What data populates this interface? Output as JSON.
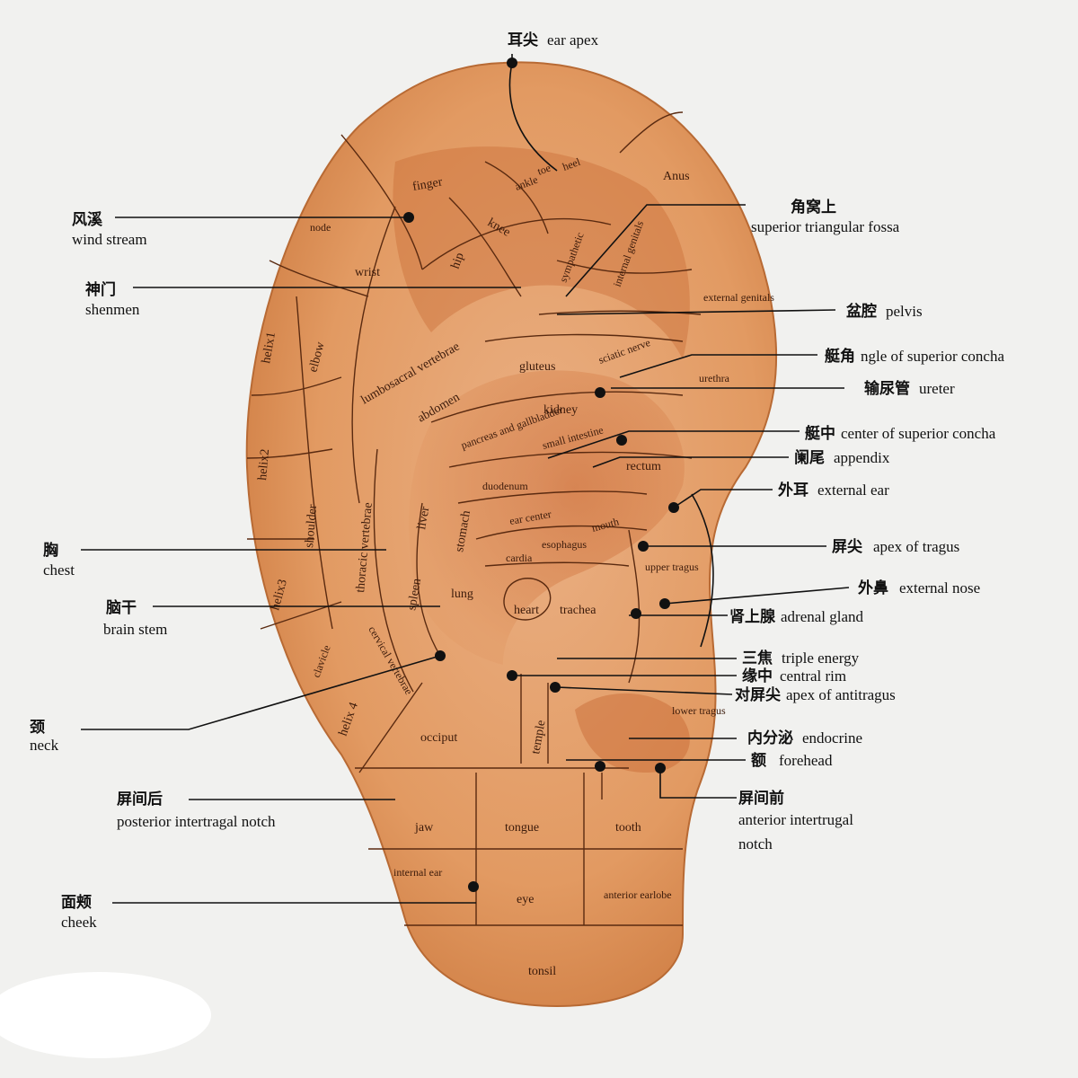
{
  "labels": {
    "ear_apex": {
      "zh": "耳尖",
      "en": "ear apex"
    },
    "wind_stream": {
      "zh": "风溪",
      "en": "wind stream"
    },
    "shenmen": {
      "zh": "神门",
      "en": "shenmen"
    },
    "chest": {
      "zh": "胸",
      "en": "chest"
    },
    "brain_stem": {
      "zh": "脑干",
      "en": "brain stem"
    },
    "neck": {
      "zh": "颈",
      "en": "neck"
    },
    "posterior_intertragal_notch": {
      "zh": "屏间后",
      "en": "posterior intertragal notch"
    },
    "cheek": {
      "zh": "面颊",
      "en": "cheek"
    },
    "superior_triangular_fossa": {
      "zh": "角窝上",
      "en": "superior triangular fossa"
    },
    "pelvis": {
      "zh": "盆腔",
      "en": "pelvis"
    },
    "angle_superior_concha": {
      "zh": "艇角",
      "en": "ngle of superior concha"
    },
    "ureter": {
      "zh": "输尿管",
      "en": "ureter"
    },
    "center_superior_concha": {
      "zh": "艇中",
      "en": "center of superior concha"
    },
    "appendix": {
      "zh": "阑尾",
      "en": "appendix"
    },
    "external_ear": {
      "zh": "外耳",
      "en": "external ear"
    },
    "apex_of_tragus": {
      "zh": "屏尖",
      "en": "apex of tragus"
    },
    "external_nose": {
      "zh": "外鼻",
      "en": "external nose"
    },
    "adrenal_gland": {
      "zh": "肾上腺",
      "en": "adrenal gland"
    },
    "triple_energy": {
      "zh": "三焦",
      "en": "triple energy"
    },
    "central_rim": {
      "zh": "缘中",
      "en": "central rim"
    },
    "apex_of_antitragus": {
      "zh": "对屏尖",
      "en": "apex of antitragus"
    },
    "endocrine": {
      "zh": "内分泌",
      "en": "endocrine"
    },
    "forehead": {
      "zh": "额",
      "en": "forehead"
    },
    "anterior_intertragal_notch": {
      "zh": "屏间前",
      "en": "anterior intertrugal",
      "en2": "notch"
    }
  },
  "zones": {
    "toe": "toe",
    "heel": "heel",
    "ankle": "ankle",
    "finger": "finger",
    "knee": "knee",
    "hip": "hip",
    "node": "node",
    "wrist": "wrist",
    "anus": "Anus",
    "sympathetic": "sympathetic",
    "internal_genitals": "internal genitals",
    "external_genitals": "external genitals",
    "helix1": "helix1",
    "helix2": "helix2",
    "helix3": "helix3",
    "helix4": "helix 4",
    "elbow": "elbow",
    "lumbosacral": "lumbosacral vertebrae",
    "gluteus": "gluteus",
    "sciatic": "sciatic nerve",
    "urethra": "urethra",
    "abdomen": "abdomen",
    "kidney": "kidney",
    "pancreas": "pancreas and gallbladder",
    "small_intestine": "small intestine",
    "rectum": "rectum",
    "duodenum": "duodenum",
    "shoulder": "shoulder",
    "thoracic": "thoracic vertebrae",
    "liver": "liver",
    "stomach": "stomach",
    "ear_center": "ear center",
    "mouth": "mouth",
    "cardia": "cardia",
    "esophagus": "esophagus",
    "spleen": "spleen",
    "lung": "lung",
    "heart": "heart",
    "trachea": "trachea",
    "upper_tragus": "upper tragus",
    "clavicle": "clavicle",
    "cervical": "cervical vertebrae",
    "occiput": "occiput",
    "temple": "temple",
    "lower_tragus": "lower tragus",
    "jaw": "jaw",
    "tongue": "tongue",
    "tooth": "tooth",
    "internal_ear": "internal ear",
    "eye": "eye",
    "anterior_earlobe": "anterior earlobe",
    "tonsil": "tonsil"
  },
  "colors": {
    "skin": "#e7a672",
    "skin_dark": "#c9713a",
    "background": "#f1f1ef"
  }
}
